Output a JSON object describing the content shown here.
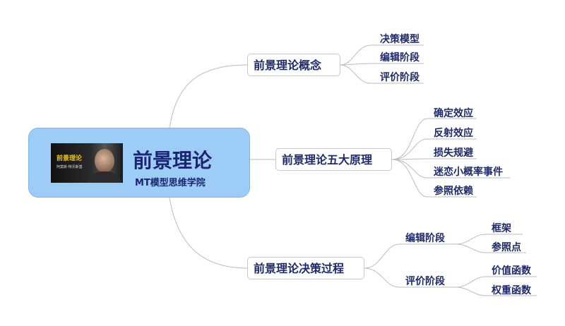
{
  "root": {
    "title": "前景理论",
    "subtitle": "MT模型思维学院",
    "photo_caption": "前景理论",
    "photo_subcaption": "阿莫斯·特沃斯基"
  },
  "branches": [
    {
      "label": "前景理论概念",
      "children": [
        {
          "label": "决策模型"
        },
        {
          "label": "编辑阶段"
        },
        {
          "label": "评价阶段"
        }
      ]
    },
    {
      "label": "前景理论五大原理",
      "children": [
        {
          "label": "确定效应"
        },
        {
          "label": "反射效应"
        },
        {
          "label": "损失规避"
        },
        {
          "label": "迷恋小概率事件"
        },
        {
          "label": "参照依赖"
        }
      ]
    },
    {
      "label": "前景理论决策过程",
      "children": [
        {
          "label": "编辑阶段",
          "children": [
            {
              "label": "框架"
            },
            {
              "label": "参照点"
            }
          ]
        },
        {
          "label": "评价阶段",
          "children": [
            {
              "label": "价值函数"
            },
            {
              "label": "权重函数"
            }
          ]
        }
      ]
    }
  ],
  "colors": {
    "root_fill": "#9dccf7",
    "text": "#1f2a6b",
    "line": "#bdbdbd"
  }
}
